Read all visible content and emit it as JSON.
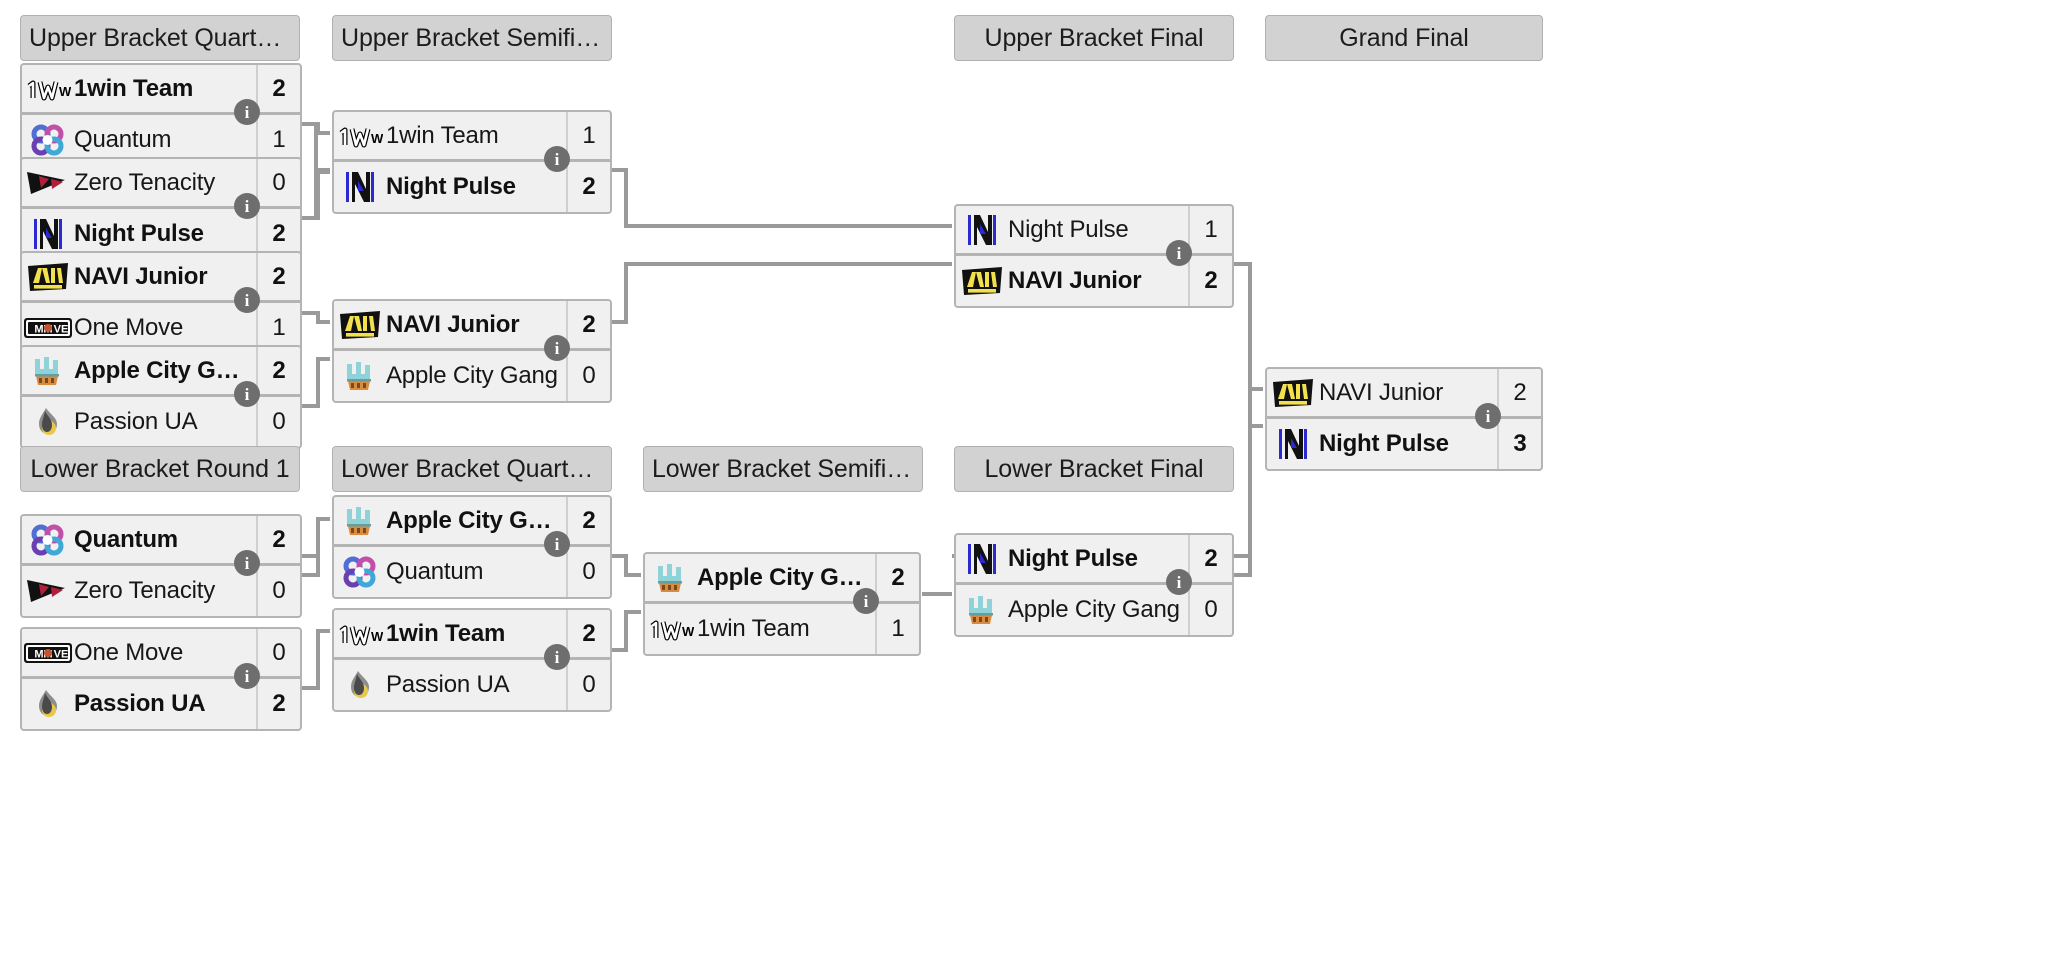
{
  "colors": {
    "page_background": "#ffffff",
    "header_background": "#d2d2d2",
    "match_background": "#f0f0f0",
    "border": "#b4b4b4",
    "connector": "#9a9a9a",
    "info_badge": "#6e6e6e",
    "text": "#171717"
  },
  "info_badge_label": "i",
  "rounds": [
    {
      "id": "upper-bracket-quarterfinals",
      "label": "Upper Bracket Quarterfin..."
    },
    {
      "id": "upper-bracket-semifinals",
      "label": "Upper Bracket Semifinals"
    },
    {
      "id": "upper-bracket-final",
      "label": "Upper Bracket Final"
    },
    {
      "id": "grand-final",
      "label": "Grand Final"
    },
    {
      "id": "lower-bracket-round-1",
      "label": "Lower Bracket Round 1"
    },
    {
      "id": "lower-bracket-quarterfinals",
      "label": "Lower Bracket Quarterfin..."
    },
    {
      "id": "lower-bracket-semifinal",
      "label": "Lower Bracket Semifinal"
    },
    {
      "id": "lower-bracket-final",
      "label": "Lower Bracket Final"
    }
  ],
  "matches": [
    {
      "id": "ubqf-1",
      "round": "upper-bracket-quarterfinals",
      "teams": [
        {
          "name": "1win Team",
          "logo": "1win-logo",
          "score": "2",
          "winner": true
        },
        {
          "name": "Quantum",
          "logo": "quantum-logo",
          "score": "1",
          "winner": false
        }
      ]
    },
    {
      "id": "ubqf-2",
      "round": "upper-bracket-quarterfinals",
      "teams": [
        {
          "name": "Zero Tenacity",
          "logo": "zero-tenacity-logo",
          "score": "0",
          "winner": false
        },
        {
          "name": "Night Pulse",
          "logo": "night-pulse-logo",
          "score": "2",
          "winner": true
        }
      ]
    },
    {
      "id": "ubqf-3",
      "round": "upper-bracket-quarterfinals",
      "teams": [
        {
          "name": "NAVI Junior",
          "logo": "navi-junior-logo",
          "score": "2",
          "winner": true
        },
        {
          "name": "One Move",
          "logo": "one-move-logo",
          "score": "1",
          "winner": false
        }
      ]
    },
    {
      "id": "ubqf-4",
      "round": "upper-bracket-quarterfinals",
      "teams": [
        {
          "name": "Apple City Gang",
          "logo": "apple-city-gang-logo",
          "score": "2",
          "winner": true
        },
        {
          "name": "Passion UA",
          "logo": "passion-ua-logo",
          "score": "0",
          "winner": false
        }
      ]
    },
    {
      "id": "ubsf-1",
      "round": "upper-bracket-semifinals",
      "teams": [
        {
          "name": "1win Team",
          "logo": "1win-logo",
          "score": "1",
          "winner": false
        },
        {
          "name": "Night Pulse",
          "logo": "night-pulse-logo",
          "score": "2",
          "winner": true
        }
      ]
    },
    {
      "id": "ubsf-2",
      "round": "upper-bracket-semifinals",
      "teams": [
        {
          "name": "NAVI Junior",
          "logo": "navi-junior-logo",
          "score": "2",
          "winner": true
        },
        {
          "name": "Apple City Gang",
          "logo": "apple-city-gang-logo",
          "score": "0",
          "winner": false
        }
      ]
    },
    {
      "id": "ubf-1",
      "round": "upper-bracket-final",
      "teams": [
        {
          "name": "Night Pulse",
          "logo": "night-pulse-logo",
          "score": "1",
          "winner": false
        },
        {
          "name": "NAVI Junior",
          "logo": "navi-junior-logo",
          "score": "2",
          "winner": true
        }
      ]
    },
    {
      "id": "gf-1",
      "round": "grand-final",
      "teams": [
        {
          "name": "NAVI Junior",
          "logo": "navi-junior-logo",
          "score": "2",
          "winner": false
        },
        {
          "name": "Night Pulse",
          "logo": "night-pulse-logo",
          "score": "3",
          "winner": true
        }
      ]
    },
    {
      "id": "lbr1-1",
      "round": "lower-bracket-round-1",
      "teams": [
        {
          "name": "Quantum",
          "logo": "quantum-logo",
          "score": "2",
          "winner": true
        },
        {
          "name": "Zero Tenacity",
          "logo": "zero-tenacity-logo",
          "score": "0",
          "winner": false
        }
      ]
    },
    {
      "id": "lbr1-2",
      "round": "lower-bracket-round-1",
      "teams": [
        {
          "name": "One Move",
          "logo": "one-move-logo",
          "score": "0",
          "winner": false
        },
        {
          "name": "Passion UA",
          "logo": "passion-ua-logo",
          "score": "2",
          "winner": true
        }
      ]
    },
    {
      "id": "lbqf-1",
      "round": "lower-bracket-quarterfinals",
      "teams": [
        {
          "name": "Apple City Gang",
          "logo": "apple-city-gang-logo",
          "score": "2",
          "winner": true
        },
        {
          "name": "Quantum",
          "logo": "quantum-logo",
          "score": "0",
          "winner": false
        }
      ]
    },
    {
      "id": "lbqf-2",
      "round": "lower-bracket-quarterfinals",
      "teams": [
        {
          "name": "1win Team",
          "logo": "1win-logo",
          "score": "2",
          "winner": true
        },
        {
          "name": "Passion UA",
          "logo": "passion-ua-logo",
          "score": "0",
          "winner": false
        }
      ]
    },
    {
      "id": "lbsf-1",
      "round": "lower-bracket-semifinal",
      "teams": [
        {
          "name": "Apple City Gang",
          "logo": "apple-city-gang-logo",
          "score": "2",
          "winner": true
        },
        {
          "name": "1win Team",
          "logo": "1win-logo",
          "score": "1",
          "winner": false
        }
      ]
    },
    {
      "id": "lbf-1",
      "round": "lower-bracket-final",
      "teams": [
        {
          "name": "Night Pulse",
          "logo": "night-pulse-logo",
          "score": "2",
          "winner": true
        },
        {
          "name": "Apple City Gang",
          "logo": "apple-city-gang-logo",
          "score": "0",
          "winner": false
        }
      ]
    }
  ]
}
